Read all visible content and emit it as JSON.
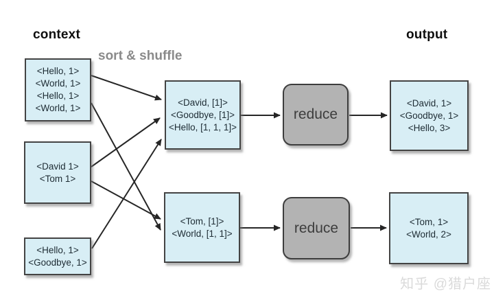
{
  "labels": {
    "context": "context",
    "sort_shuffle": "sort & shuffle",
    "output": "output"
  },
  "watermark": "知乎 @猎户座",
  "colors": {
    "box_fill": "#d8eef5",
    "box_border": "#434343",
    "reduce_fill": "#b3b3b3",
    "arrow": "#262626",
    "shuffle_label": "#8a8a8a",
    "watermark": "#dadada"
  },
  "nodes": {
    "context1": {
      "lines": [
        "<Hello, 1>",
        "<World, 1>",
        "<Hello, 1>",
        "<World, 1>"
      ]
    },
    "context2": {
      "lines": [
        "<David 1>",
        "<Tom 1>"
      ]
    },
    "context3": {
      "lines": [
        "<Hello, 1>",
        "<Goodbye, 1>"
      ]
    },
    "shuffle1": {
      "lines": [
        "<David, [1]>",
        "<Goodbye, [1]>",
        "<Hello, [1, 1, 1]>"
      ]
    },
    "shuffle2": {
      "lines": [
        "<Tom, [1]>",
        "<World, [1, 1]>"
      ]
    },
    "reduce1": {
      "label": "reduce"
    },
    "reduce2": {
      "label": "reduce"
    },
    "output1": {
      "lines": [
        "<David, 1>",
        "<Goodbye, 1>",
        "<Hello, 3>"
      ]
    },
    "output2": {
      "lines": [
        "<Tom, 1>",
        "<World, 2>"
      ]
    }
  },
  "edges": [
    "context1->shuffle1",
    "context1->shuffle2",
    "context2->shuffle1",
    "context2->shuffle2",
    "context3->shuffle1",
    "shuffle1->reduce1",
    "reduce1->output1",
    "shuffle2->reduce2",
    "reduce2->output2"
  ]
}
